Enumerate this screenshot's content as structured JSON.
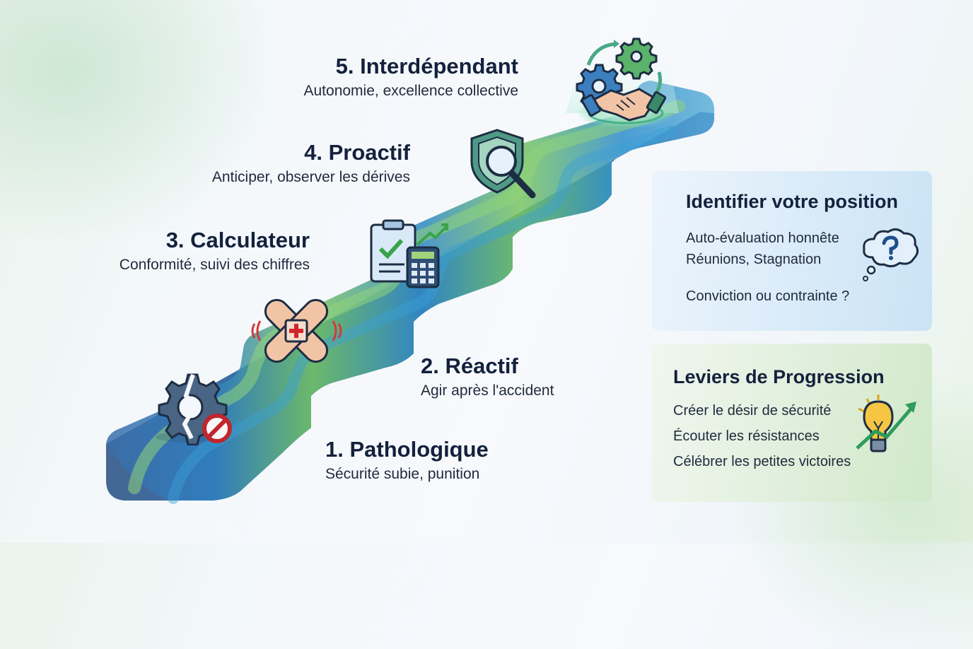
{
  "levels": [
    {
      "title": "1. Pathologique",
      "subtitle": "Sécurité subie, punition",
      "icon": "broken-gear-prohibited-icon"
    },
    {
      "title": "2. Réactif",
      "subtitle": "Agir après l'accident",
      "icon": "bandage-cross-icon"
    },
    {
      "title": "3. Calculateur",
      "subtitle": "Conformité, suivi des chiffres",
      "icon": "clipboard-calculator-icon"
    },
    {
      "title": "4. Proactif",
      "subtitle": "Anticiper, observer les dérives",
      "icon": "shield-magnifier-icon"
    },
    {
      "title": "5. Interdépendant",
      "subtitle": "Autonomie, excellence collective",
      "icon": "gears-handshake-icon"
    }
  ],
  "identify": {
    "title": "Identifier votre position",
    "lines": [
      "Auto-évaluation honnête",
      "Réunions, Stagnation",
      "Conviction ou contrainte ?"
    ],
    "icon": "thought-bubble-question-icon"
  },
  "levers": {
    "title": "Leviers de Progression",
    "lines": [
      "Créer le désir de sécurité",
      "Écouter les résistances",
      "Célébrer les petites victoires"
    ],
    "icon": "lightbulb-growth-icon"
  },
  "colors": {
    "navy": "#14213d",
    "stair_blue": "#2f7fc0",
    "stair_green": "#6cbf5c",
    "stair_dark": "#3b5f8f"
  }
}
